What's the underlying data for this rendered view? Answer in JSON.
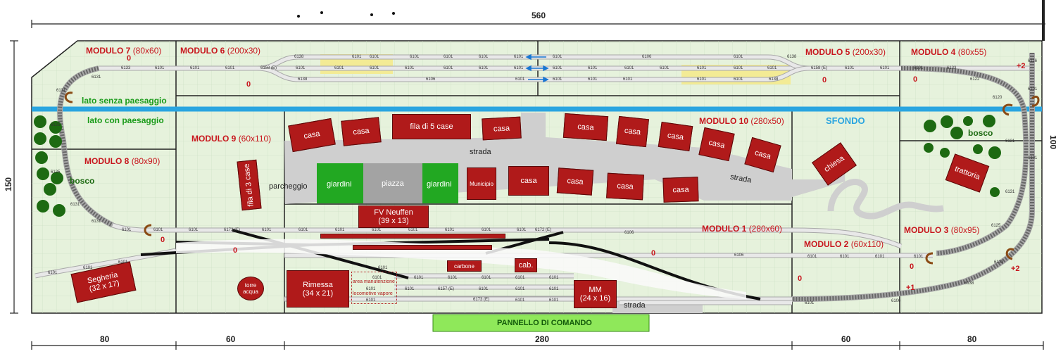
{
  "dimensions": {
    "total_width": "560",
    "height": "150",
    "bottom": [
      "80",
      "60",
      "280",
      "60",
      "80"
    ],
    "right_edge": "100"
  },
  "modules": {
    "m1": {
      "name": "MODULO 1",
      "size": "(280x60)"
    },
    "m2": {
      "name": "MODULO 2",
      "size": "(60x110)"
    },
    "m3": {
      "name": "MODULO 3",
      "size": "(80x95)"
    },
    "m4": {
      "name": "MODULO 4",
      "size": "(80x55)"
    },
    "m5": {
      "name": "MODULO 5",
      "size": "(200x30)"
    },
    "m6": {
      "name": "MODULO 6",
      "size": "(200x30)"
    },
    "m7": {
      "name": "MODULO 7",
      "size": "(80x60)"
    },
    "m8": {
      "name": "MODULO 8",
      "size": "(80x90)"
    },
    "m9": {
      "name": "MODULO 9",
      "size": "(60x110)"
    },
    "m10": {
      "name": "MODULO 10",
      "size": "(280x50)"
    }
  },
  "levels": {
    "zero": "0",
    "plus1": "+1",
    "plus2": "+2"
  },
  "labels": {
    "lato_senza": "lato senza paesaggio",
    "lato_con": "lato con paesaggio",
    "sfondo": "SFONDO",
    "bosco": "bosco",
    "strada": "strada",
    "parcheggio": "parcheggio",
    "giardini": "giardini",
    "piazza": "piazza",
    "municipio": "Municipio",
    "casa": "casa",
    "fila5": "fila di 5 case",
    "fila3": "fila di 3 case",
    "chiesa": "chiesa",
    "trattoria": "trattoria",
    "fv_name": "FV Neuffen",
    "fv_size": "(39 x 13)",
    "rimessa_name": "Rimessa",
    "rimessa_size": "(34 x 21)",
    "segheria_name": "Segheria",
    "segheria_size": "(32 x 17)",
    "mm_name": "MM",
    "mm_size": "(24 x 16)",
    "torre": "torre acqua",
    "carbone": "carbone",
    "cab": "cab.",
    "area_man": "area manutenzione",
    "loco_vapore": "locomotive  vapore",
    "pannello": "PANNELLO DI COMANDO"
  },
  "track_codes": {
    "c6101": "6101",
    "c6106": "6106",
    "c6138": "6138",
    "c6131": "6131",
    "c6133": "6133",
    "c6125": "6125",
    "c6122": "6122",
    "c6120": "6120",
    "c6116": "6116",
    "c6173": "6173 (E)",
    "c6158": "6158 (E)",
    "c6172": "6172 (E)",
    "c6157": "6157 (E)"
  },
  "colors": {
    "baseboard": "#e6f2dc",
    "house": "#b01a1a",
    "track": "#d0d0d0",
    "highlight": "#f3eb95",
    "sky": "#2aa5e0",
    "road": "#cfcfcf",
    "garden": "#22a822",
    "panel": "#8fe85a"
  }
}
